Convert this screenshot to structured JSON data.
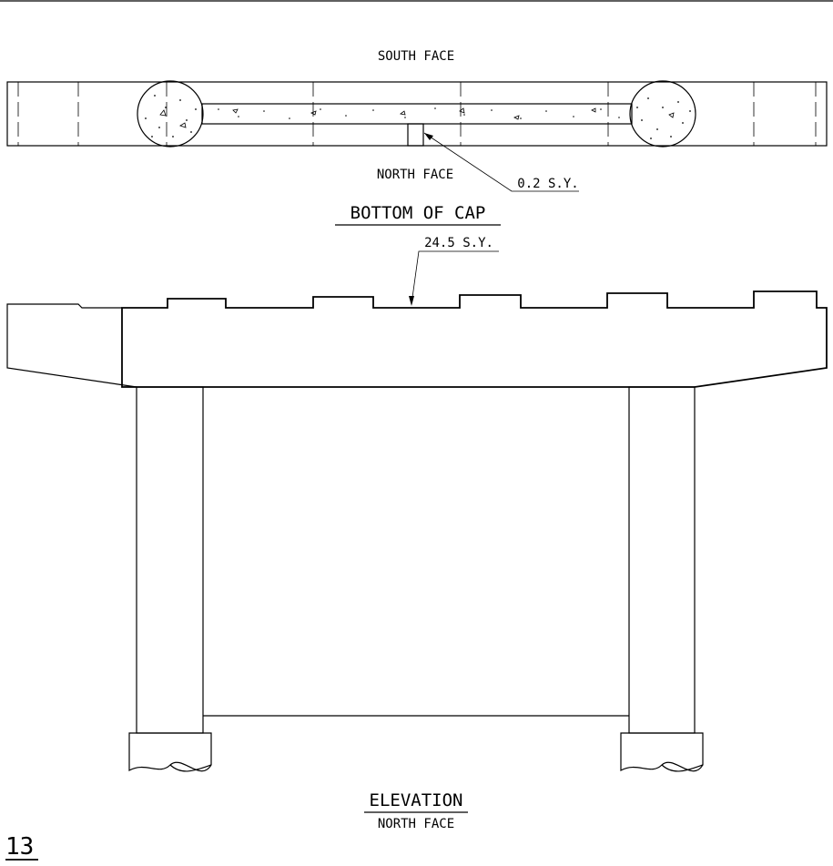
{
  "sheet_number": "13",
  "plan_view": {
    "top_label": "SOUTH FACE",
    "bottom_label": "NORTH FACE",
    "callout": "0.2 S.Y.",
    "title": "BOTTOM OF CAP"
  },
  "elevation_view": {
    "callout": "24.5 S.Y.",
    "title": "ELEVATION",
    "subtitle": "NORTH FACE"
  }
}
